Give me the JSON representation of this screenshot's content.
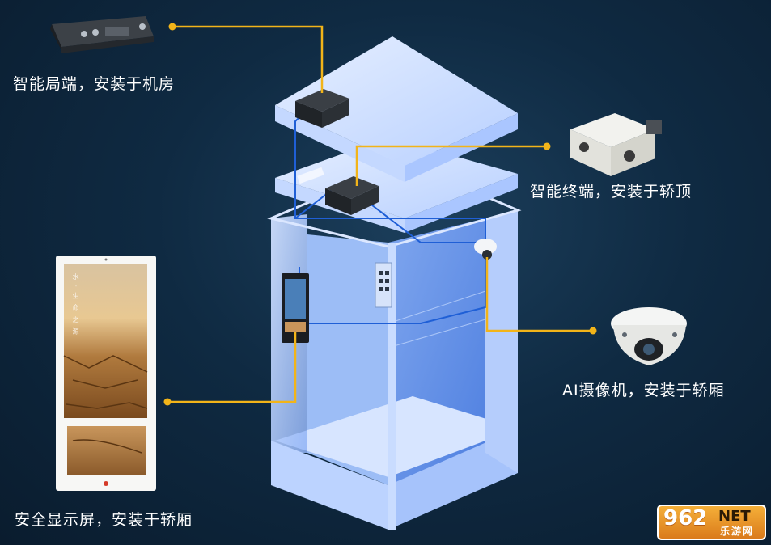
{
  "labels": {
    "smart_office": "智能局端，安装于机房",
    "smart_terminal": "智能终端，安装于轿顶",
    "ai_camera": "AI摄像机，安装于轿厢",
    "safety_display": "安全显示屏，安装于轿厢"
  },
  "display_screen_text": "水 · 生 命 之 源",
  "watermark": {
    "number": "962",
    "suffix": "NET",
    "site": "乐游网"
  },
  "colors": {
    "callout_line": "#f2b419",
    "wiring": "#1f5fd6",
    "elevator": "#a9c9ff",
    "background": "#0f2a42"
  }
}
